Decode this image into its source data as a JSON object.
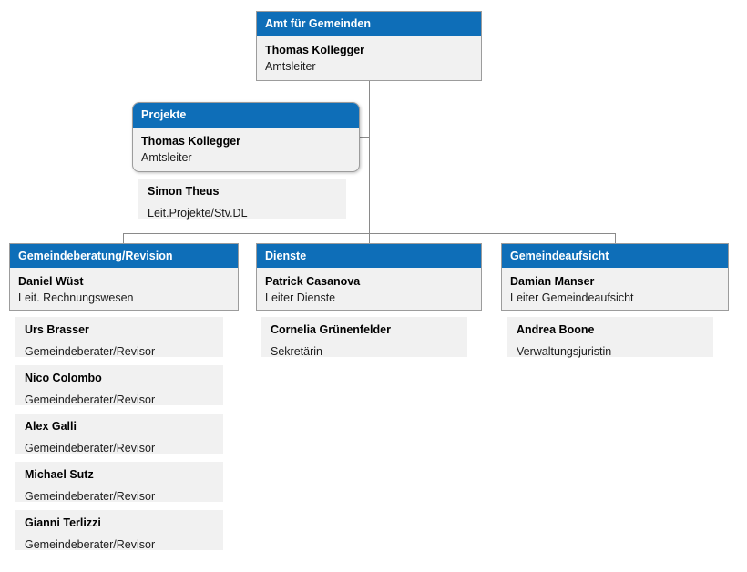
{
  "colors": {
    "header_bg": "#0e6eb8",
    "header_text": "#ffffff",
    "card_bg": "#f1f1f1",
    "card_border": "#9c9c9c",
    "connector": "#8a8a8a",
    "canvas_bg": "#ffffff"
  },
  "root": {
    "title": "Amt für Gemeinden",
    "name": "Thomas Kollegger",
    "role": "Amtsleiter"
  },
  "projekte": {
    "title": "Projekte",
    "name": "Thomas Kollegger",
    "role": "Amtsleiter",
    "members": [
      {
        "name": "Simon Theus",
        "role": "Leit.Projekte/Stv.DL"
      }
    ]
  },
  "branches": [
    {
      "title": "Gemeindeberatung/Revision",
      "name": "Daniel Wüst",
      "role": "Leit. Rechnungswesen",
      "members": [
        {
          "name": "Urs Brasser",
          "role": "Gemeindeberater/Revisor"
        },
        {
          "name": "Nico Colombo",
          "role": "Gemeindeberater/Revisor"
        },
        {
          "name": "Alex Galli",
          "role": "Gemeindeberater/Revisor"
        },
        {
          "name": "Michael Sutz",
          "role": "Gemeindeberater/Revisor"
        },
        {
          "name": "Gianni Terlizzi",
          "role": "Gemeindeberater/Revisor"
        }
      ]
    },
    {
      "title": "Dienste",
      "name": "Patrick Casanova",
      "role": "Leiter Dienste",
      "members": [
        {
          "name": "Cornelia Grünenfelder",
          "role": "Sekretärin"
        }
      ]
    },
    {
      "title": "Gemeindeaufsicht",
      "name": "Damian Manser",
      "role": "Leiter Gemeindeaufsicht",
      "members": [
        {
          "name": "Andrea Boone",
          "role": "Verwaltungsjuristin"
        }
      ]
    }
  ]
}
